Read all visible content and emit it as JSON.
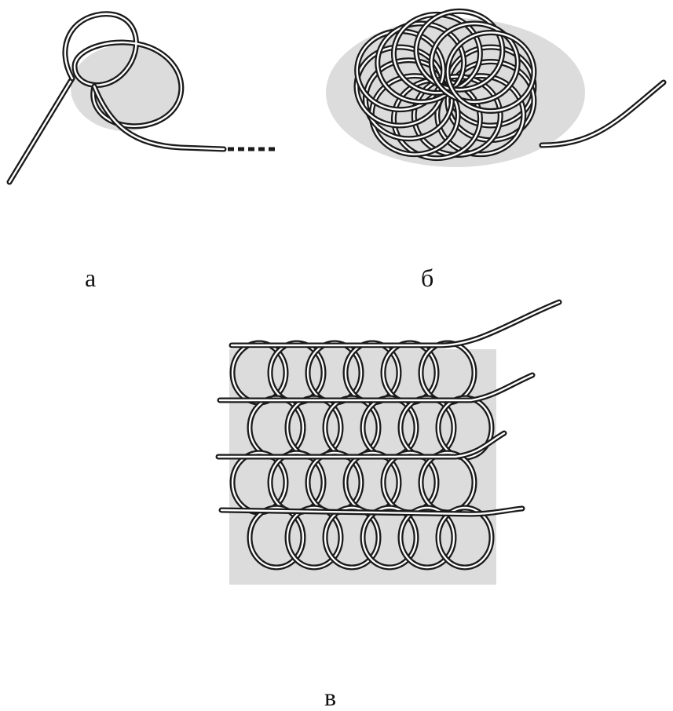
{
  "labels": {
    "a": "а",
    "b": "б",
    "v": "в"
  },
  "figures": {
    "a": {
      "icon": "single-loop-knot-icon"
    },
    "b": {
      "icon": "spiral-coil-icon"
    },
    "v": {
      "icon": "chain-mail-mesh-icon",
      "rows": 4,
      "rings_per_row": 6
    }
  }
}
